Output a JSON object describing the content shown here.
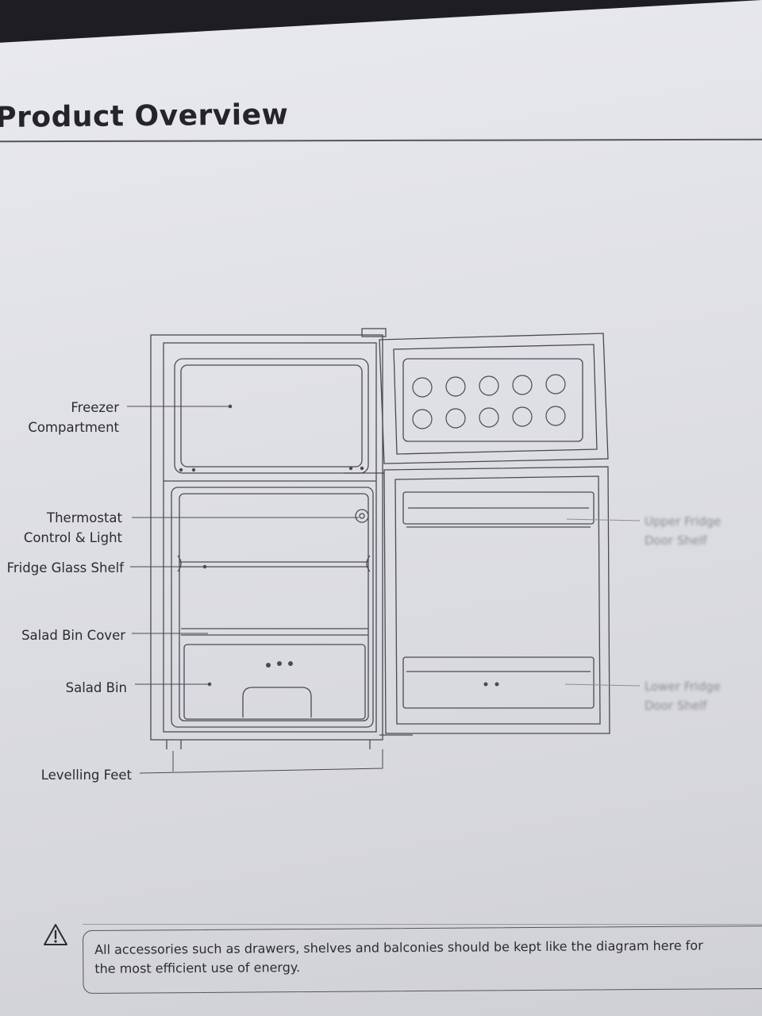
{
  "section": {
    "title": "Product Overview"
  },
  "callouts": {
    "freezer": [
      "Freezer",
      "Compartment"
    ],
    "thermostat": [
      "Thermostat",
      "Control & Light"
    ],
    "glass_shelf": "Fridge Glass Shelf",
    "bin_cover": "Salad Bin Cover",
    "salad_bin": "Salad Bin",
    "feet": "Levelling Feet",
    "upper_shelf": [
      "Upper Fridge",
      "Door Shelf"
    ],
    "lower_shelf": [
      "Lower Fridge",
      "Door Shelf"
    ]
  },
  "notice": {
    "icon": "warning-triangle-icon",
    "text": "All accessories such as drawers, shelves and balconies should be kept like the diagram here for the most efficient use of energy."
  }
}
